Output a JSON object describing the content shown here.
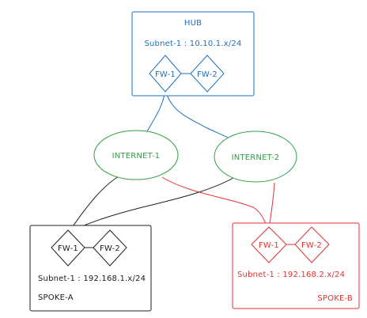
{
  "colors": {
    "hub": "#1971c2",
    "internet": "#2f9e44",
    "spoke_a": "#1e1e1e",
    "spoke_b": "#e03131"
  },
  "hub": {
    "title": "HUB",
    "subnet": "Subnet-1 : 10.10.1.x/24",
    "fw1": "FW-1",
    "fw2": "FW-2"
  },
  "internet": {
    "cloud1": "INTERNET-1",
    "cloud2": "INTERNET-2"
  },
  "spoke_a": {
    "fw1": "FW-1",
    "fw2": "FW-2",
    "subnet": "Subnet-1 : 192.168.1.x/24",
    "title": "SPOKE-A"
  },
  "spoke_b": {
    "fw1": "FW-1",
    "fw2": "FW-2",
    "subnet": "Subnet-1 : 192.168.2.x/24",
    "title": "SPOKE-B"
  }
}
